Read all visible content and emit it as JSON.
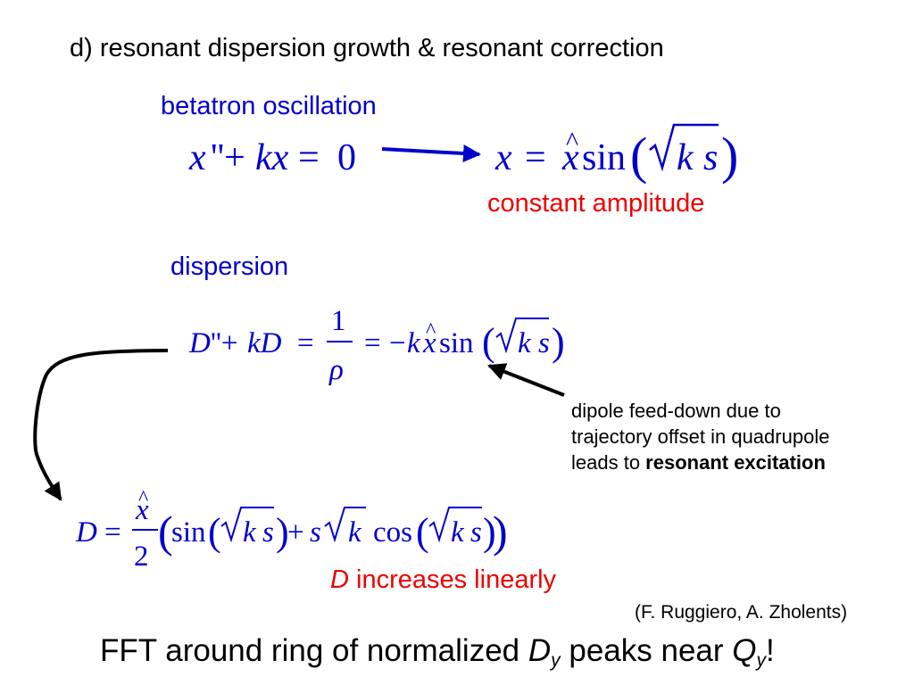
{
  "slide": {
    "heading": "d) resonant dispersion growth & resonant correction",
    "betatron_label": "betatron oscillation",
    "constant_amplitude": "constant amplitude",
    "dispersion_label": "dispersion",
    "note": {
      "line1": "dipole feed-down due to",
      "line2": "trajectory offset in quadrupole",
      "line3_prefix": "leads to ",
      "line3_bold": "resonant excitation"
    },
    "d_increases": {
      "symbol": "D",
      "text": " increases linearly"
    },
    "citation": "(F. Ruggiero, A. Zholents)",
    "fft": {
      "prefix": "FFT around ring of normalized ",
      "d": "D",
      "d_sub": "y",
      "middle": " peaks near ",
      "q": "Q",
      "q_sub": "y",
      "end": "!"
    }
  },
  "colors": {
    "blue": "#0000cc",
    "red": "#ee0000",
    "black": "#000000"
  }
}
